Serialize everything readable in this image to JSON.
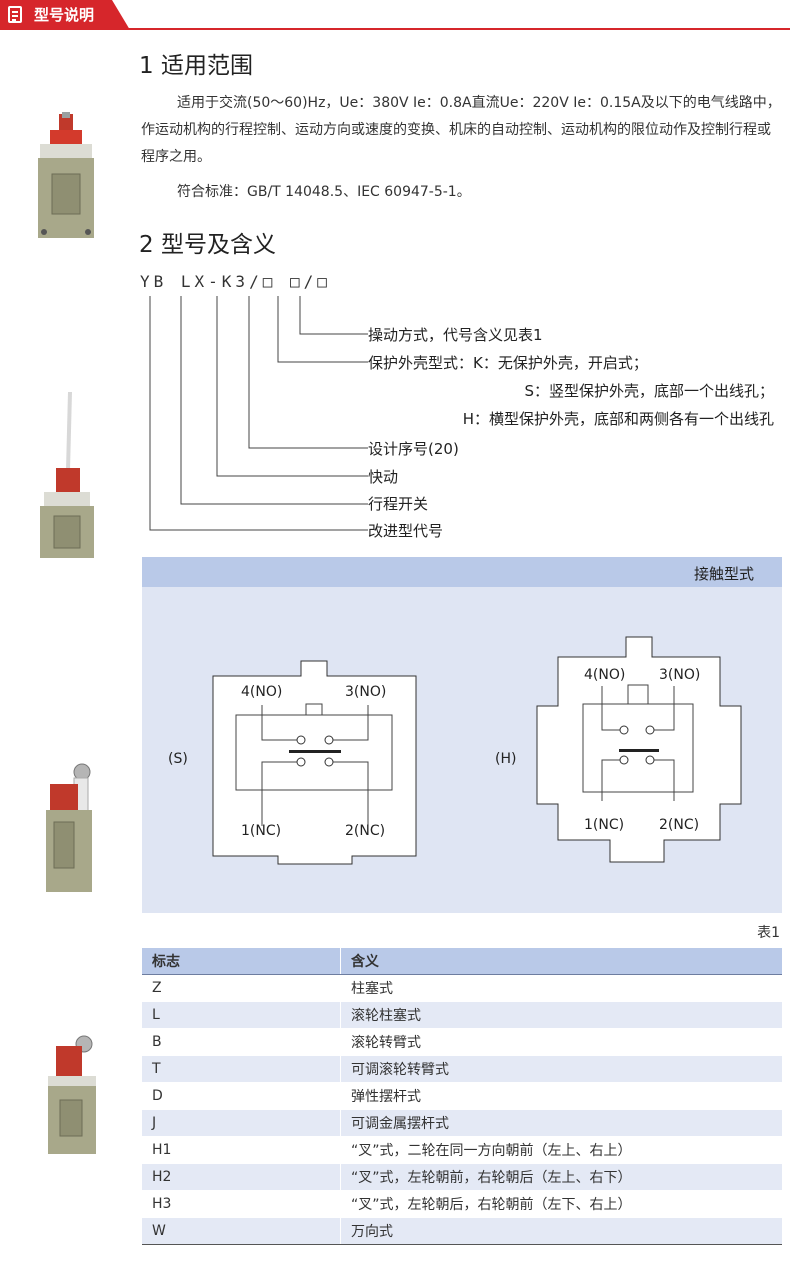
{
  "header": {
    "title": "型号说明"
  },
  "section1": {
    "title": "1 适用范围",
    "paragraph1": "适用于交流(50～60)Hz，Ue：380V  Ie：0.8A直流Ue：220V  Ie：0.15A及以下的电气线路中，作运动机构的行程控制、运动方向或速度的变换、机床的自动控制、运动机构的限位动作及控制行程或程序之用。",
    "paragraph2": "符合标准：GB/T 14048.5、IEC 60947-5-1。"
  },
  "section2": {
    "title": "2 型号及含义",
    "code": "YB LX-K3/□ □/□",
    "legend": {
      "operation": "操动方式，代号含义见表1",
      "housing": "保护外壳型式：K：无保护外壳，开启式；",
      "housing_s": "S：竖型保护外壳，底部一个出线孔；",
      "housing_h": "H：横型保护外壳，底部和两侧各有一个出线孔",
      "design_no": "设计序号(20)",
      "quick": "快动",
      "travel_switch": "行程开关",
      "improved": "改进型代号"
    }
  },
  "diagram": {
    "title": "接触型式",
    "left": {
      "label": "(S)",
      "t4": "4(NO)",
      "t3": "3(NO)",
      "t1": "1(NC)",
      "t2": "2(NC)"
    },
    "right": {
      "label": "(H)",
      "t4": "4(NO)",
      "t3": "3(NO)",
      "t1": "1(NC)",
      "t2": "2(NC)"
    }
  },
  "table": {
    "caption": "表1",
    "headers": [
      "标志",
      "含义"
    ],
    "rows": [
      [
        "Z",
        "柱塞式"
      ],
      [
        "L",
        "滚轮柱塞式"
      ],
      [
        "B",
        "滚轮转臂式"
      ],
      [
        "T",
        "可调滚轮转臂式"
      ],
      [
        "D",
        "弹性摆杆式"
      ],
      [
        "J",
        "可调金属摆杆式"
      ],
      [
        "H1",
        "“叉”式，二轮在同一方向朝前（左上、右上）"
      ],
      [
        "H2",
        "“叉”式，左轮朝前，右轮朝后（左上、右下）"
      ],
      [
        "H3",
        "“叉”式，左轮朝后，右轮朝前（左下、右上）"
      ],
      [
        "W",
        "万向式"
      ]
    ]
  },
  "colors": {
    "accent": "#d6262b",
    "table_header": "#b9c9e8",
    "panel_bg": "#dfe5f3",
    "row_alt": "#e4e9f5"
  }
}
